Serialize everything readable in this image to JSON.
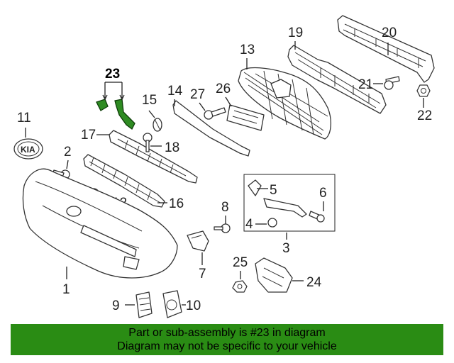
{
  "diagram": {
    "callouts": {
      "c1": "1",
      "c2": "2",
      "c3": "3",
      "c4": "4",
      "c5": "5",
      "c6": "6",
      "c7": "7",
      "c8": "8",
      "c9": "9",
      "c10": "10",
      "c11": "11",
      "c12": "12",
      "c13": "13",
      "c14": "14",
      "c15": "15",
      "c16": "16",
      "c17": "17",
      "c18": "18",
      "c19": "19",
      "c20": "20",
      "c21": "21",
      "c22": "22",
      "c23": "23",
      "c24": "24",
      "c25": "25",
      "c26": "26",
      "c27": "27"
    },
    "emblem_text": "KIA",
    "highlight_color": "#2e8b22"
  },
  "banner": {
    "line1": "Part or sub-assembly is #23 in diagram",
    "line2": "Diagram may not be specific to your vehicle",
    "background": "#2a8c14"
  }
}
